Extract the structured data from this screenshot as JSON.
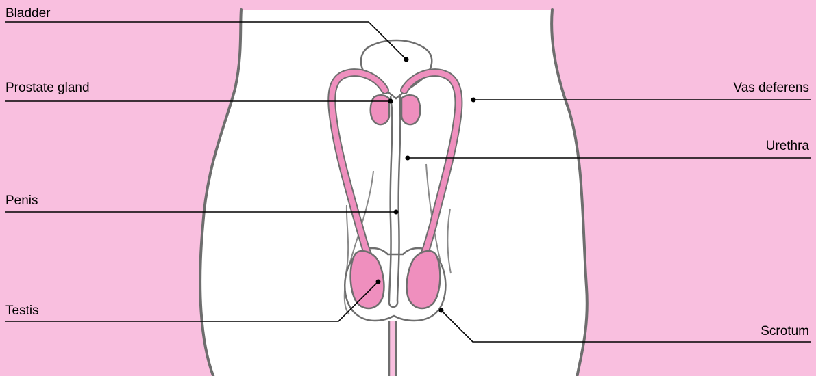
{
  "colors": {
    "background": "#f9bfdf",
    "body_fill": "#ffffff",
    "outline": "#6e6e6e",
    "organ_pink": "#ef8fbe",
    "leader_line": "#000000"
  },
  "labels": {
    "bladder": "Bladder",
    "prostate_gland": "Prostate gland",
    "penis": "Penis",
    "testis": "Testis",
    "vas_deferens": "Vas deferens",
    "urethra": "Urethra",
    "scrotum": "Scrotum"
  }
}
